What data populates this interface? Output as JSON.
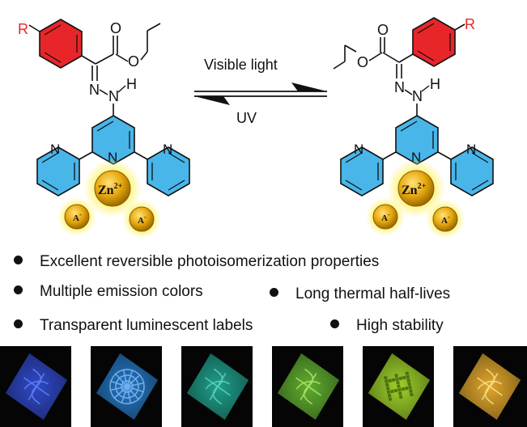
{
  "arrows": {
    "forward_label": "Visible light",
    "reverse_label": "UV"
  },
  "molecule": {
    "substituent": "R",
    "ring_nitrogen": "N",
    "hydrazone_nitrogen": "N",
    "hydrogen": "H",
    "carbonyl_oxygen": "O",
    "ester_oxygen": "O",
    "metal_ion": "Zn",
    "metal_charge": "2+",
    "anion": "A",
    "anion_charge": "-"
  },
  "bullets": [
    "Excellent reversible photoisomerization properties",
    "Multiple emission colors",
    "Long thermal half-lives",
    "Transparent luminescent labels",
    "High stability"
  ],
  "photos": [
    {
      "glow": "#2f49c9",
      "pattern": "#6f8cff",
      "motif": "fleur"
    },
    {
      "glow": "#2477c4",
      "pattern": "#8cc4ff",
      "motif": "rosette"
    },
    {
      "glow": "#1f9e8a",
      "pattern": "#6fe0c4",
      "motif": "ornament"
    },
    {
      "glow": "#5fae2f",
      "pattern": "#c6f07a",
      "motif": "ornament"
    },
    {
      "glow": "#9fd32a",
      "pattern": "#3f5a0a",
      "motif": "qr-code"
    },
    {
      "glow": "#e2a72c",
      "pattern": "#fff0a0",
      "motif": "damask"
    }
  ],
  "colors": {
    "pyridine_fill": "#49b6ea",
    "aryl_fill": "#e8262a",
    "substituent_text": "#e8262a",
    "zinc_glow": "#fff36a",
    "zinc_sphere": "#e3a70c",
    "bond": "#111111"
  }
}
